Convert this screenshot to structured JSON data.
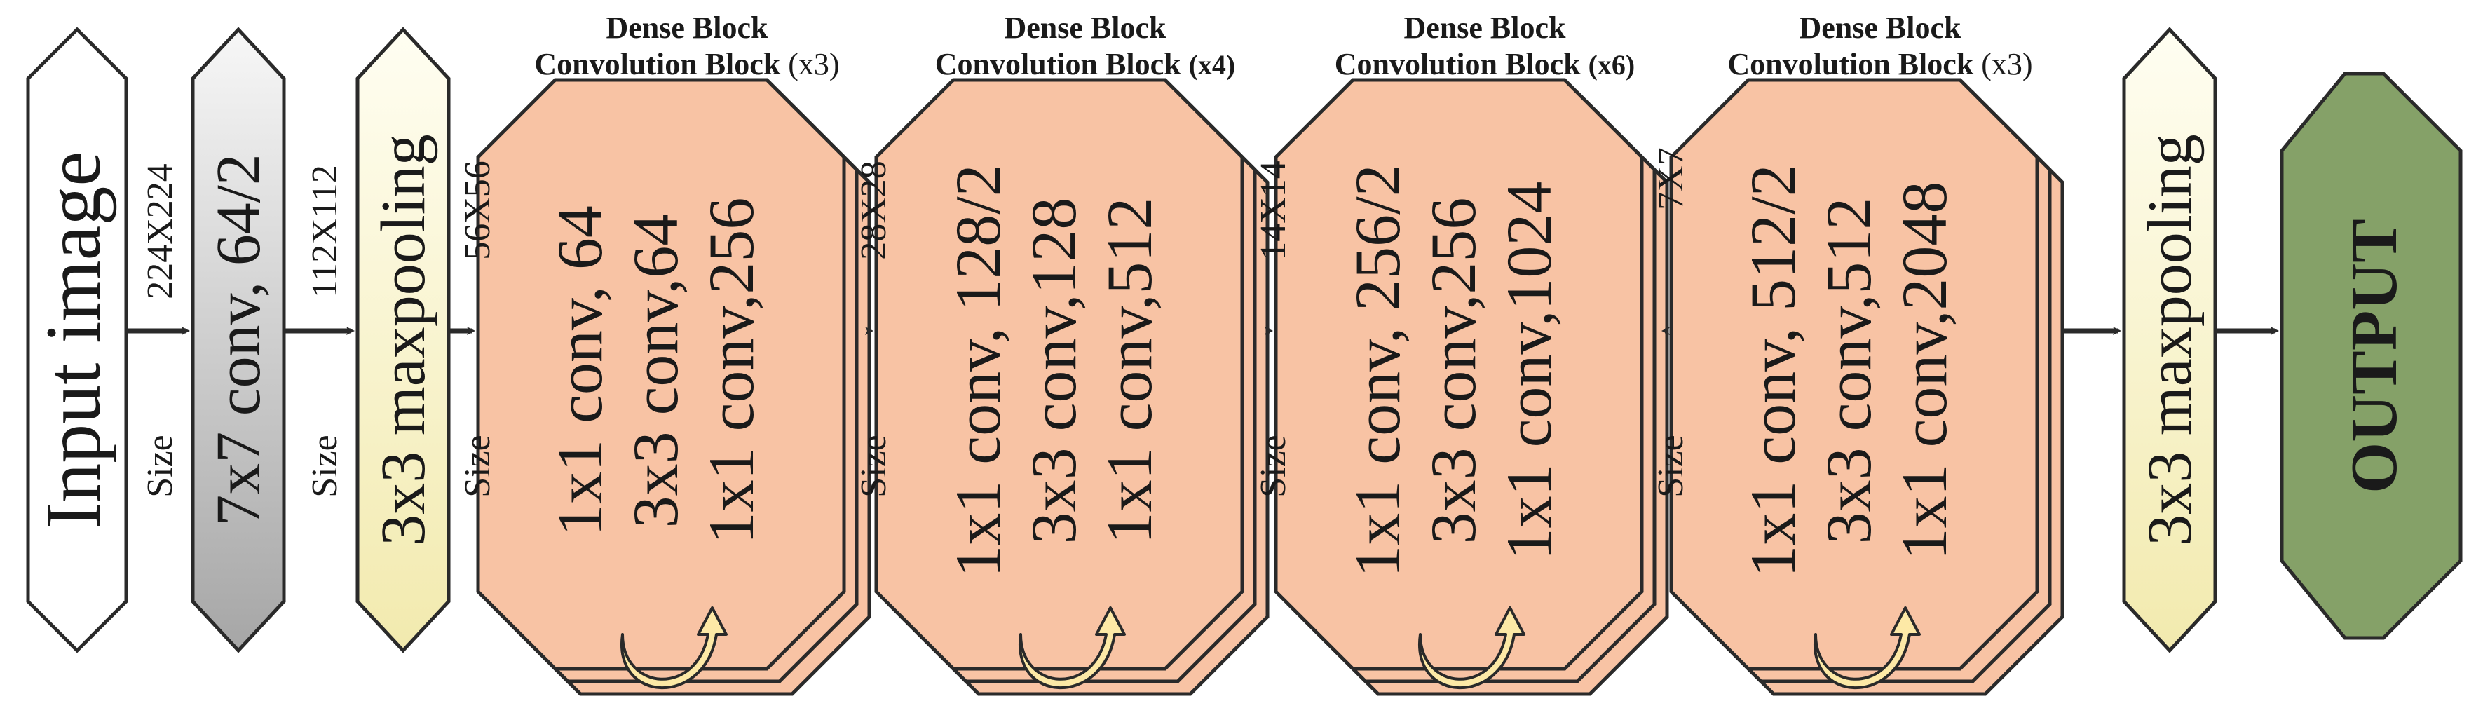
{
  "colors": {
    "input_fill": "#ffffff",
    "conv_fill_light": "#f7f7f7",
    "conv_fill_dark": "#a6a6a6",
    "pool_fill_light": "#fffef2",
    "pool_fill_dark": "#f2eaae",
    "block_fill": "#f8c3a4",
    "output_fill": "#85a168",
    "loop_arrow_fill": "#fde9a6",
    "stroke": "#2a2a2a"
  },
  "stages": {
    "input": {
      "label": "Input image"
    },
    "conv": {
      "label": "7x7 conv, 64/2"
    },
    "pool1": {
      "label": "3x3 maxpooling"
    },
    "pool2": {
      "label": "3x3 maxpooling"
    },
    "output": {
      "label": "OUTPUT"
    }
  },
  "sizes": [
    {
      "value": "224X224",
      "word": "Size"
    },
    {
      "value": "112X112",
      "word": "Size"
    },
    {
      "value": "56X56",
      "word": "Size"
    },
    {
      "value": "28X28",
      "word": "Size"
    },
    {
      "value": "14X14",
      "word": "Size"
    },
    {
      "value": "7X7",
      "word": "Size"
    }
  ],
  "blocks": [
    {
      "header_dense": "Dense Block",
      "header_conv": "Convolution Block ",
      "repeat": "(x3)",
      "repeat_bold": false,
      "line1": "1x1 conv, 64",
      "line2": "3x3 conv,64",
      "line3": "1x1 conv,256"
    },
    {
      "header_dense": "Dense Block",
      "header_conv": "Convolution Block ",
      "repeat": "(x4)",
      "repeat_bold": true,
      "line1": "1x1 conv, 128/2",
      "line2": "3x3 conv,128",
      "line3": "1x1 conv,512"
    },
    {
      "header_dense": "Dense Block",
      "header_conv": "Convolution Block ",
      "repeat": "(x6)",
      "repeat_bold": true,
      "line1": "1x1 conv, 256/2",
      "line2": "3x3 conv,256",
      "line3": "1x1 conv,1024"
    },
    {
      "header_dense": "Dense Block",
      "header_conv": "Convolution Block ",
      "repeat": "(x3)",
      "repeat_bold": false,
      "line1": "1x1 conv, 512/2",
      "line2": "3x3 conv,512",
      "line3": "1x1 conv,2048"
    }
  ]
}
